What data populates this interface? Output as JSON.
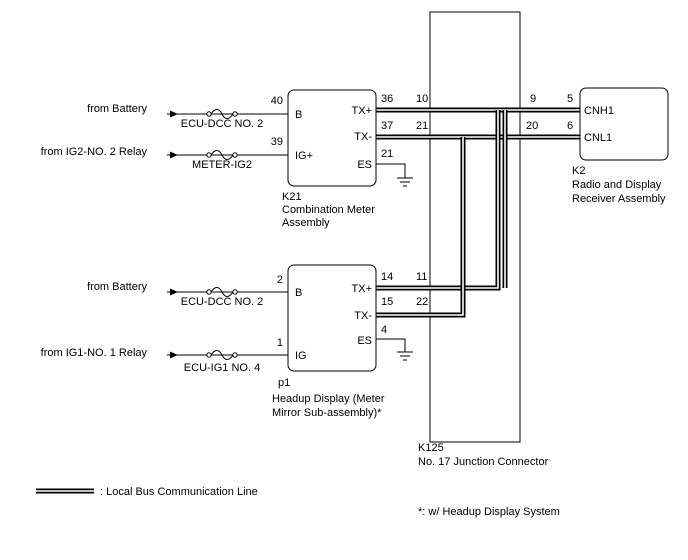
{
  "sources": {
    "k21_battery": "from Battery",
    "k21_ig": "from IG2-NO. 2 Relay",
    "p1_battery": "from Battery",
    "p1_ig": "from IG1-NO. 1 Relay"
  },
  "fuses": {
    "k21_b": "ECU-DCC NO. 2",
    "k21_ig": "METER-IG2",
    "p1_b": "ECU-DCC NO. 2",
    "p1_ig": "ECU-IG1 NO. 4"
  },
  "k21": {
    "code": "K21",
    "name_line1": "Combination Meter",
    "name_line2": "Assembly",
    "pins": {
      "b": "B",
      "ig": "IG+",
      "txp": "TX+",
      "txn": "TX-",
      "es": "ES"
    },
    "pin_numbers": {
      "b": "40",
      "ig": "39",
      "txp": "36",
      "txn": "37",
      "es": "21"
    }
  },
  "p1": {
    "code": "p1",
    "name_line1": "Headup Display (Meter",
    "name_line2": "Mirror Sub-assembly)*",
    "pins": {
      "b": "B",
      "ig": "IG",
      "txp": "TX+",
      "txn": "TX-",
      "es": "ES"
    },
    "pin_numbers": {
      "b": "2",
      "ig": "1",
      "txp": "14",
      "txn": "15",
      "es": "4"
    }
  },
  "k125": {
    "code": "K125",
    "name": "No. 17 Junction Connector",
    "pins": {
      "k21_txp": "10",
      "k21_txn": "21",
      "k2_cnh": "9",
      "k2_cnl": "20",
      "p1_txp": "11",
      "p1_txn": "22"
    }
  },
  "k2": {
    "code": "K2",
    "name_line1": "Radio and Display",
    "name_line2": "Receiver Assembly",
    "pins": {
      "cnh": "CNH1",
      "cnl": "CNL1"
    },
    "pin_numbers": {
      "cnh": "5",
      "cnl": "6"
    }
  },
  "legend": {
    "bus_label": ": Local Bus Communication Line",
    "footnote": "*: w/ Headup Display System"
  }
}
